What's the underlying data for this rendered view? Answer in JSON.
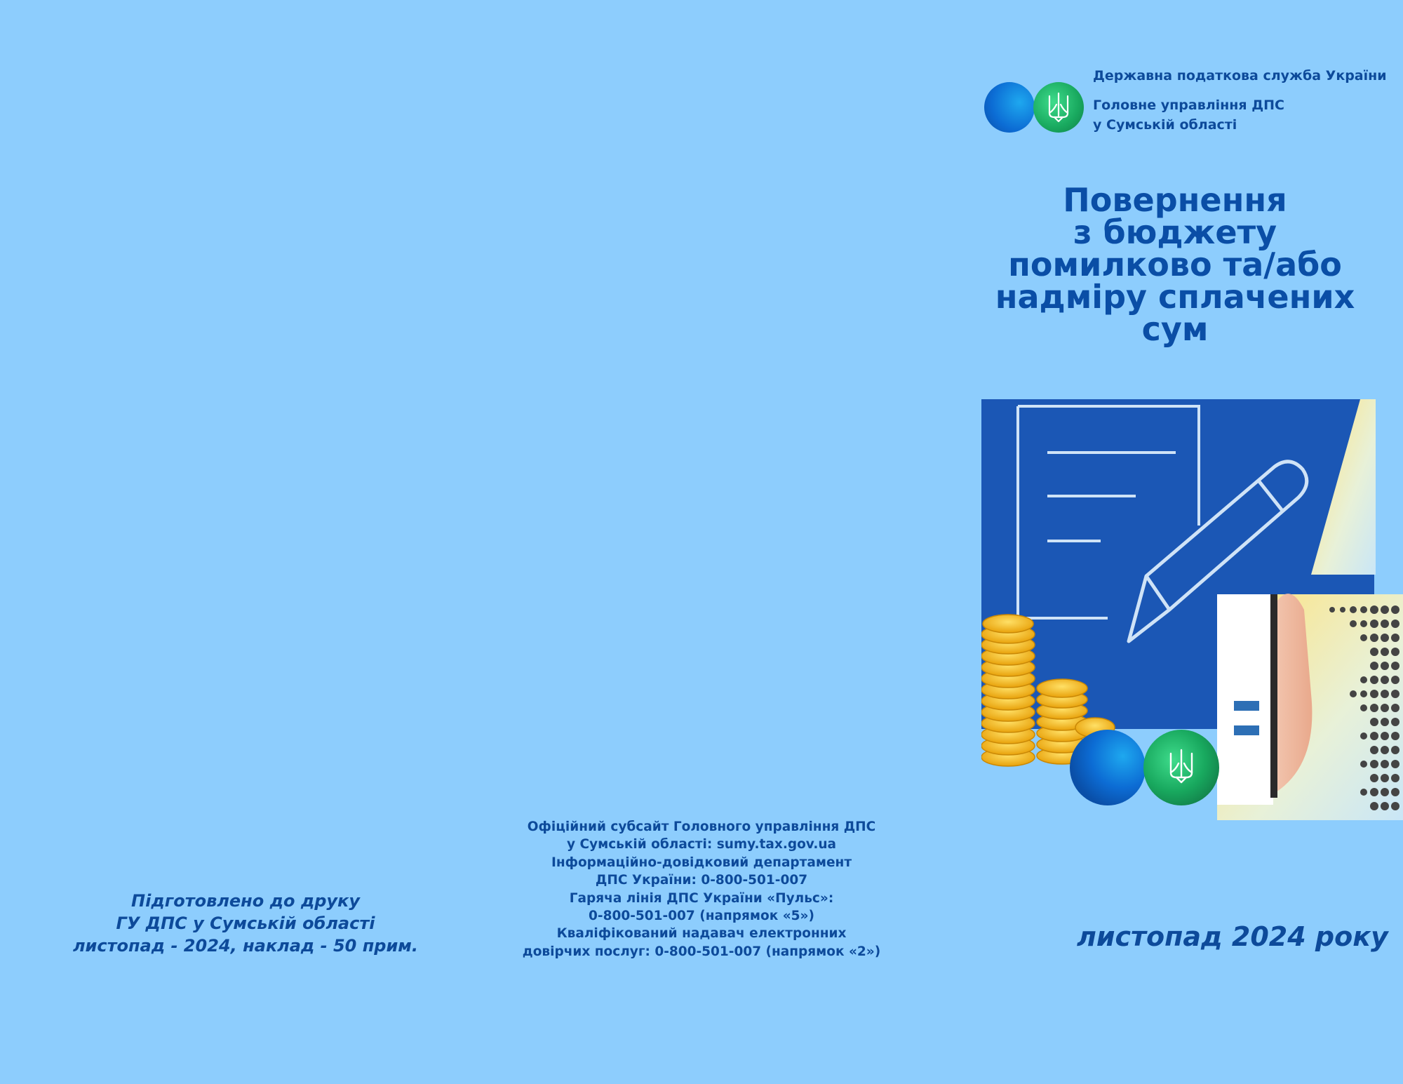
{
  "left_panel": {
    "prepared_lines": [
      "Підготовлено до друку",
      "ГУ ДПС у Сумській області",
      "листопад - 2024,  наклад - 50 прим."
    ]
  },
  "middle_panel": {
    "contact_lines": [
      "Офіційний субсайт Головного управління ДПС",
      "у Сумській області: sumy.tax.gov.ua",
      "Інформаційно-довідковий департамент",
      "ДПС України:  0-800-501-007",
      "Гаряча лінія ДПС України «Пульс»:",
      "0-800-501-007 (напрямок «5»)",
      "Кваліфікований надавач електронних",
      "довірчих послуг:  0-800-501-007 (напрямок «2»)"
    ]
  },
  "right_panel": {
    "agency": "Державна податкова служба України",
    "subagency_lines": [
      "Головне управління ДПС",
      "у Сумській області"
    ],
    "title_lines": [
      "Повернення",
      " з бюджету",
      "помилково та/або",
      "надміру сплачених",
      "сум"
    ],
    "date": "листопад 2024 року",
    "logo_icon": "trident-icon",
    "illustration_icon": "document-pen-coins-illustration"
  },
  "colors": {
    "background": "#8dcdfd",
    "text": "#0d4a9a",
    "title": "#0a4ea6",
    "logo_blue": "#0c6cd4",
    "logo_green": "#18a85e"
  }
}
